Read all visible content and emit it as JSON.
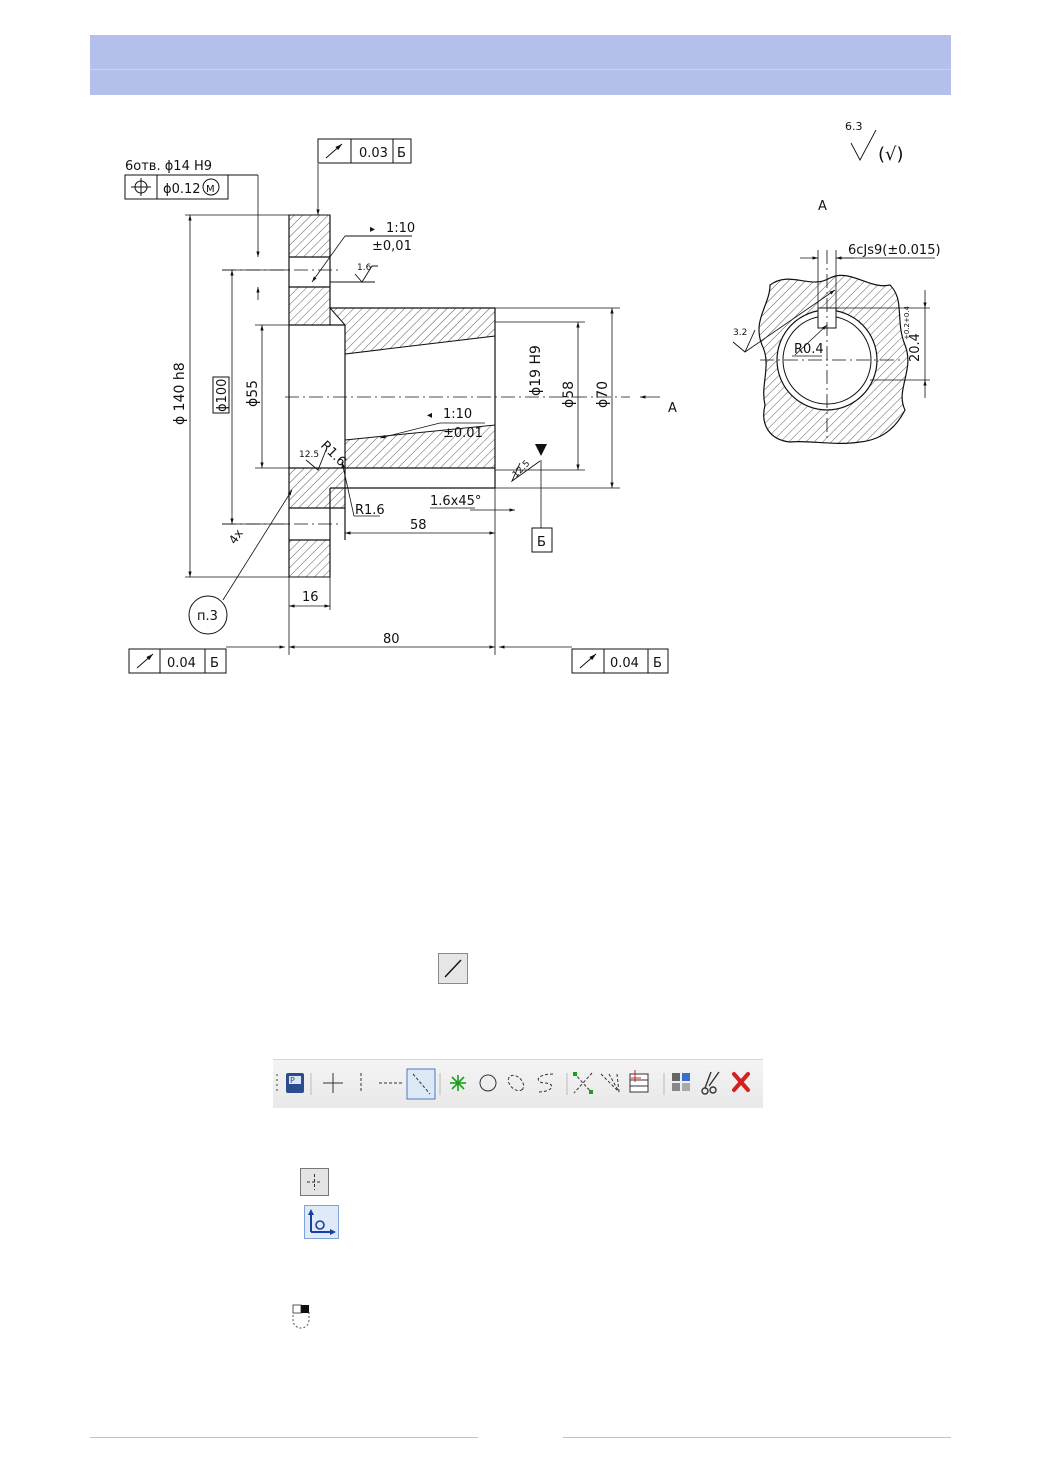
{
  "drawing": {
    "runout_top": {
      "value": "0.03",
      "datum": "Б"
    },
    "holes_note": "6отв. ϕ14 H9",
    "position_tol": {
      "value": "ϕ0.12",
      "modifier": "M"
    },
    "taper1": {
      "ratio": "1:10",
      "tol": "±0,01"
    },
    "taper2": {
      "ratio": "1:10",
      "tol": "±0.01"
    },
    "rough_16": "1.6",
    "rough_125a": "12.5",
    "rough_125b": "12.5",
    "rough_32": "3.2",
    "rough_main": "6.3",
    "dia_140": "ϕ 140 h8",
    "dia_100": "ϕ100",
    "dia_55": "ϕ55",
    "dia_19": "ϕ19 H9",
    "dia_58": "ϕ58",
    "dia_70": "ϕ70",
    "r16a": "R1.6",
    "r16b": "R1.6",
    "chamfer": "1.6x45°",
    "len_58": "58",
    "len_16": "16",
    "len_80": "80",
    "ref_4x": "4x",
    "ref_n3": "п.3",
    "datum_b": "Б",
    "view_a": "A",
    "arrow_a": "A",
    "runout_left": {
      "value": "0.04",
      "datum": "Б"
    },
    "runout_right": {
      "value": "0.04",
      "datum": "Б"
    },
    "key_width": "6cJs9(±0.015)",
    "key_radius": "R0.4",
    "key_depth": "20.4",
    "key_depth_tol": "+0.2+0.4"
  },
  "toolbar": {
    "tools": [
      "point-icon",
      "crosshair-icon",
      "vertical-line-icon",
      "horizontal-line-icon",
      "diagonal-line-icon",
      "star-point-icon",
      "circle-icon",
      "ellipse-icon",
      "spline-icon",
      "intersect-icon",
      "trim-icon",
      "table-icon",
      "block-icon",
      "scissors-icon",
      "delete-icon"
    ]
  },
  "colors": {
    "header": "#b4bfec",
    "accent": "#1a3fa0",
    "delete": "#d42020"
  }
}
